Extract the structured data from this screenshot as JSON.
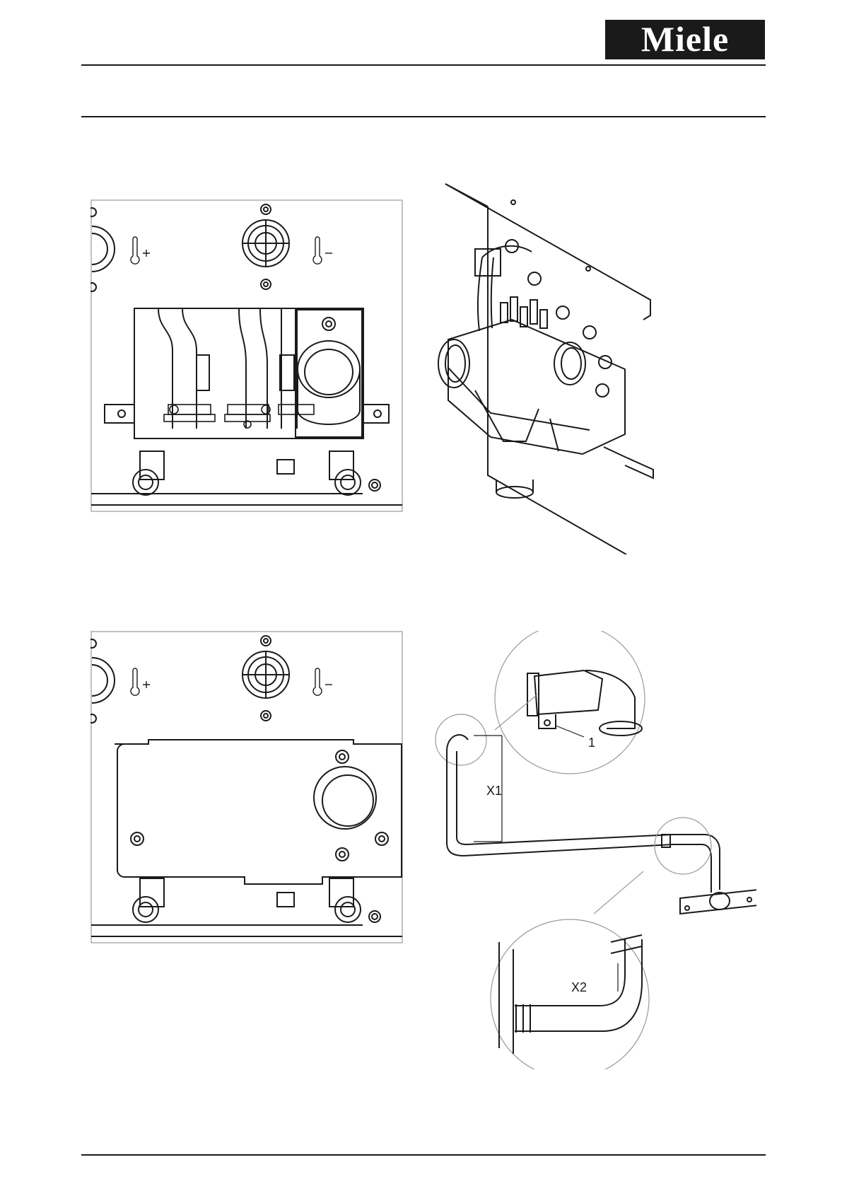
{
  "header": {
    "brand": "Miele"
  },
  "figures": {
    "callout_1": "1",
    "label_x1": "X1",
    "label_x2": "X2"
  },
  "icons": {
    "thermometer_plus": "thermometer-plus-icon",
    "thermometer_minus": "thermometer-minus-icon"
  },
  "colors": {
    "ink": "#1a1a1a",
    "paper": "#ffffff",
    "frame": "#9a9a9a",
    "shade": "#d8d8d8"
  }
}
